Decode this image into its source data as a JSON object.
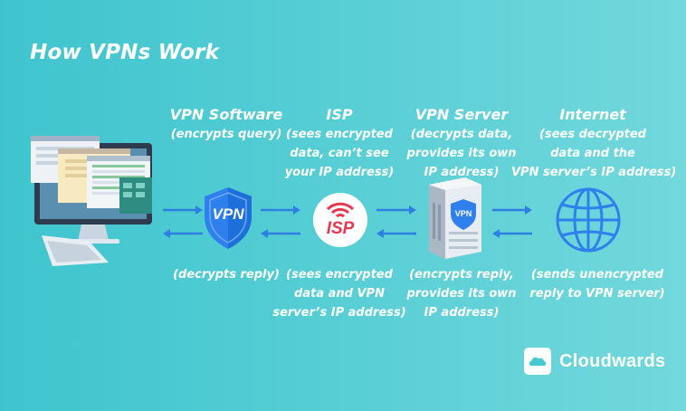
{
  "title": "How VPNs Work",
  "stages": {
    "vpn_software": {
      "heading": "VPN Software",
      "query_note": "(encrypts query)",
      "reply_note": "(decrypts reply)",
      "badge": "VPN"
    },
    "isp": {
      "heading": "ISP",
      "query_note_1": "(sees encrypted",
      "query_note_2": "data, can’t see",
      "query_note_3": "your IP address)",
      "reply_note_1": "(sees encrypted",
      "reply_note_2": "data and VPN",
      "reply_note_3": "server’s IP address)",
      "badge": "ISP"
    },
    "vpn_server": {
      "heading": "VPN Server",
      "query_note_1": "(decrypts data,",
      "query_note_2": "provides its own",
      "query_note_3": "IP address)",
      "reply_note_1": "(encrypts reply,",
      "reply_note_2": "provides its own",
      "reply_note_3": "IP address)",
      "badge": "VPN"
    },
    "internet": {
      "heading": "Internet",
      "query_note_1": "(sees decrypted",
      "query_note_2": "data and the",
      "query_note_3": "VPN server’s IP address)",
      "reply_note_1": "(sends unencrypted",
      "reply_note_2": "reply to VPN server)"
    }
  },
  "brand": {
    "name": "Cloudwards"
  },
  "colors": {
    "bg_left": "#3fc4ce",
    "bg_right": "#72d8dc",
    "arrow": "#2d7fe0",
    "vpn_shield": "#2f80ed",
    "isp_red": "#e8384f",
    "globe": "#2f80ed",
    "text": "#ffffff"
  },
  "icons": {
    "computer": "desktop-computer-icon",
    "shield": "vpn-shield-icon",
    "isp": "isp-wifi-badge-icon",
    "server": "vpn-server-icon",
    "globe": "globe-icon",
    "brand": "cloud-logo-icon"
  }
}
